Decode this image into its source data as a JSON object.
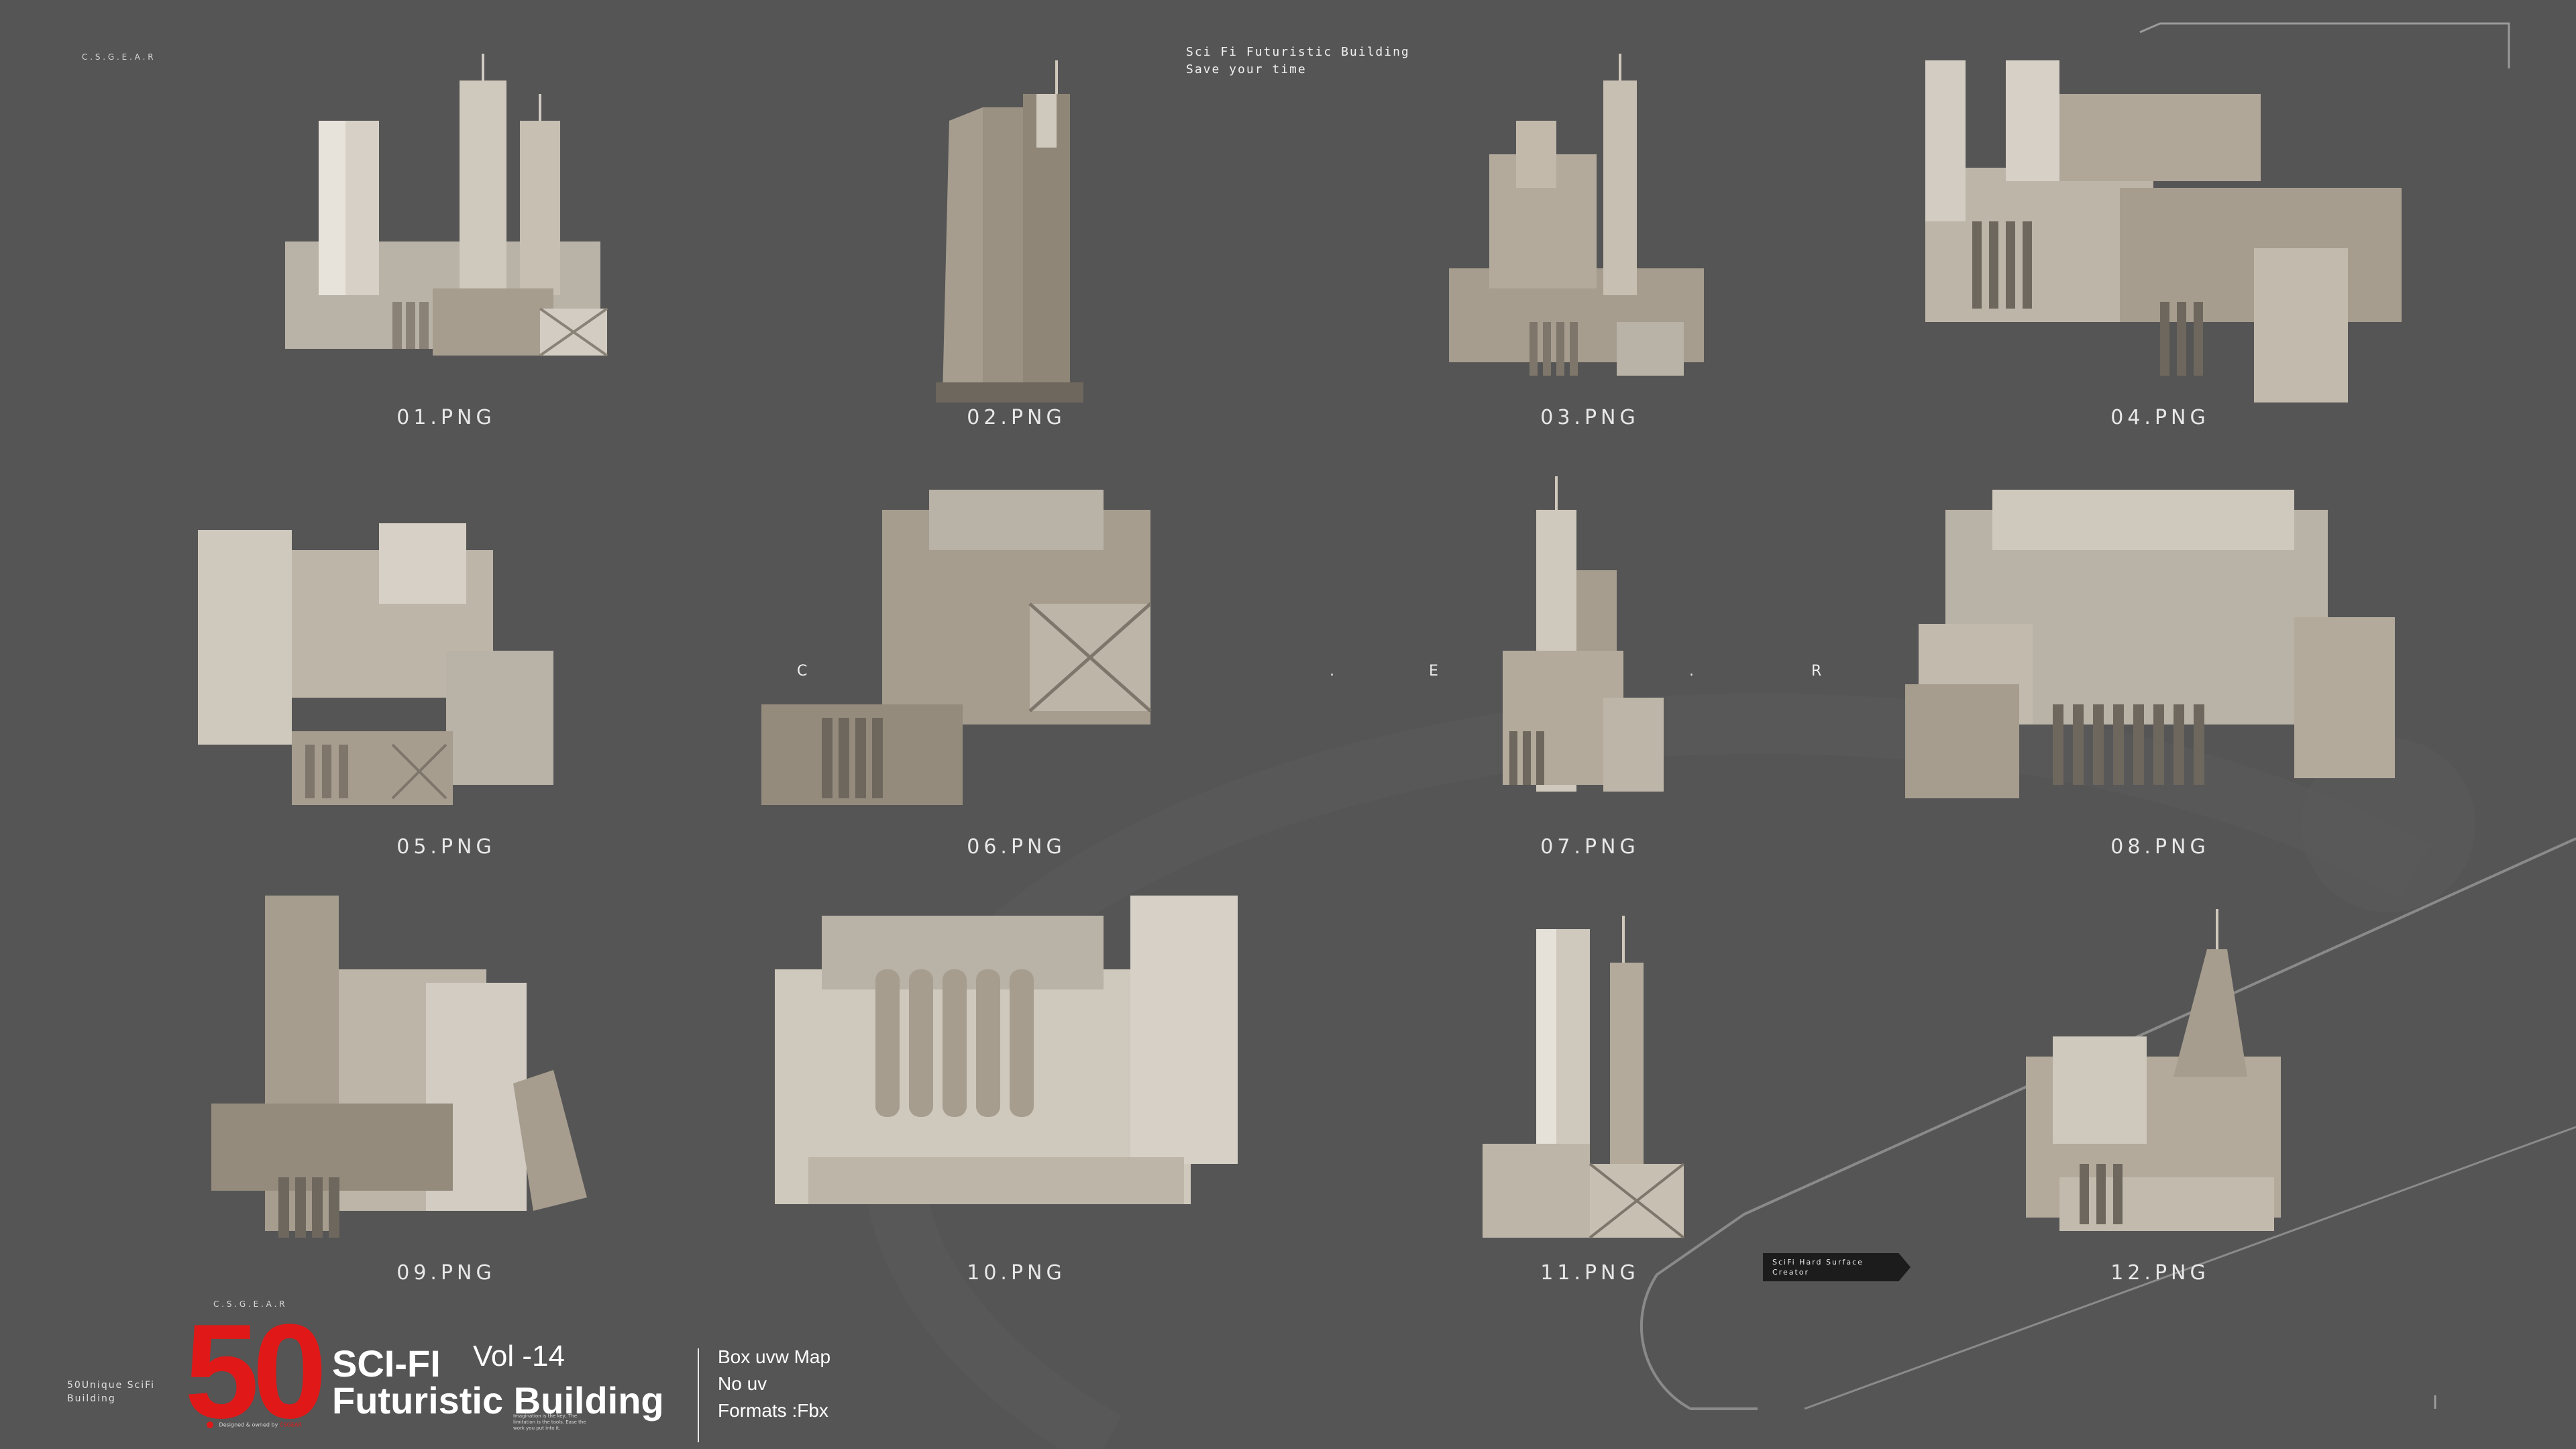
{
  "header": {
    "title": "Sci Fi Futuristic Building",
    "subtitle": "Save your time",
    "spaced_letters": "C . S . G . E . A . R"
  },
  "middle_letters": [
    "C",
    ".",
    "E",
    ".",
    "R"
  ],
  "models": [
    {
      "file": "01.PNG"
    },
    {
      "file": "02.PNG"
    },
    {
      "file": "03.PNG"
    },
    {
      "file": "04.PNG"
    },
    {
      "file": "05.PNG"
    },
    {
      "file": "06.PNG"
    },
    {
      "file": "07.PNG"
    },
    {
      "file": "08.PNG"
    },
    {
      "file": "09.PNG"
    },
    {
      "file": "10.PNG"
    },
    {
      "file": "11.PNG"
    },
    {
      "file": "12.PNG"
    }
  ],
  "footer": {
    "small_line_1": "50Unique SciFi",
    "small_line_2": "Building",
    "big_number": "50",
    "title_line_1": "SCI-FI",
    "volume": "Vol -14",
    "title_line_2": "Futuristic Building",
    "designer_prefix": "Designed & owned by",
    "designer_brand": "CSGEAR",
    "tagline": "Imagination is the key, The limitation is the tools. Ease the work you put into it.",
    "spaced_letters": "C . S . G . E . A . R",
    "specs": [
      "Box uvw Map",
      "No uv",
      "Formats :Fbx"
    ],
    "tag_line_1": "SciFi Hard Surface",
    "tag_line_2": "Creator"
  },
  "colors": {
    "background": "#555555",
    "accent_red": "#e01818",
    "text": "#ffffff",
    "concrete_light": "#d2ccc2",
    "concrete_mid": "#a69d8f",
    "concrete_dark": "#6e675d"
  }
}
